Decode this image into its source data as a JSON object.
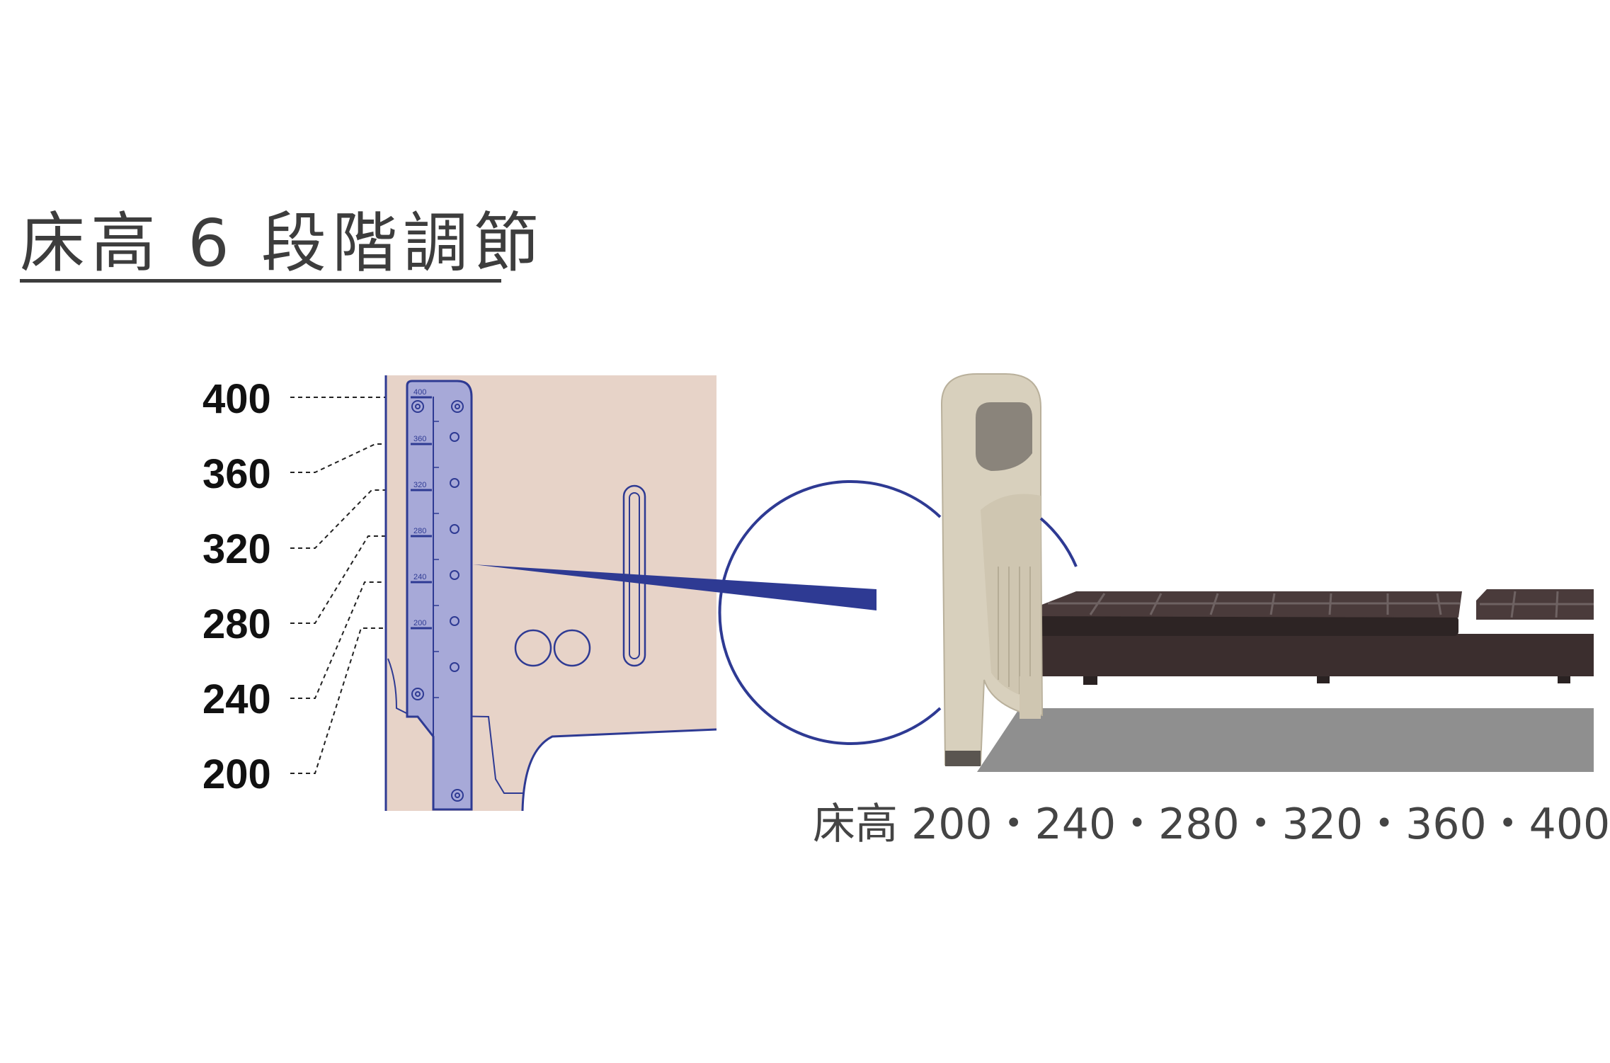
{
  "title": "床高 6 段階調節",
  "height_levels": [
    "400",
    "360",
    "320",
    "280",
    "240",
    "200"
  ],
  "bracket_marks": [
    "400",
    "360",
    "320",
    "280",
    "240",
    "200"
  ],
  "caption": "床高 200・240・280・320・360・400",
  "colors": {
    "panel": "#e7d3c8",
    "bracket_fill": "#a7a9d8",
    "line_blue": "#2e3a93",
    "title_text": "#3d3d3d",
    "shadow": "#8f8f8f",
    "headboard": "#d8d0bd",
    "bed_frame": "#3b2e2e"
  }
}
